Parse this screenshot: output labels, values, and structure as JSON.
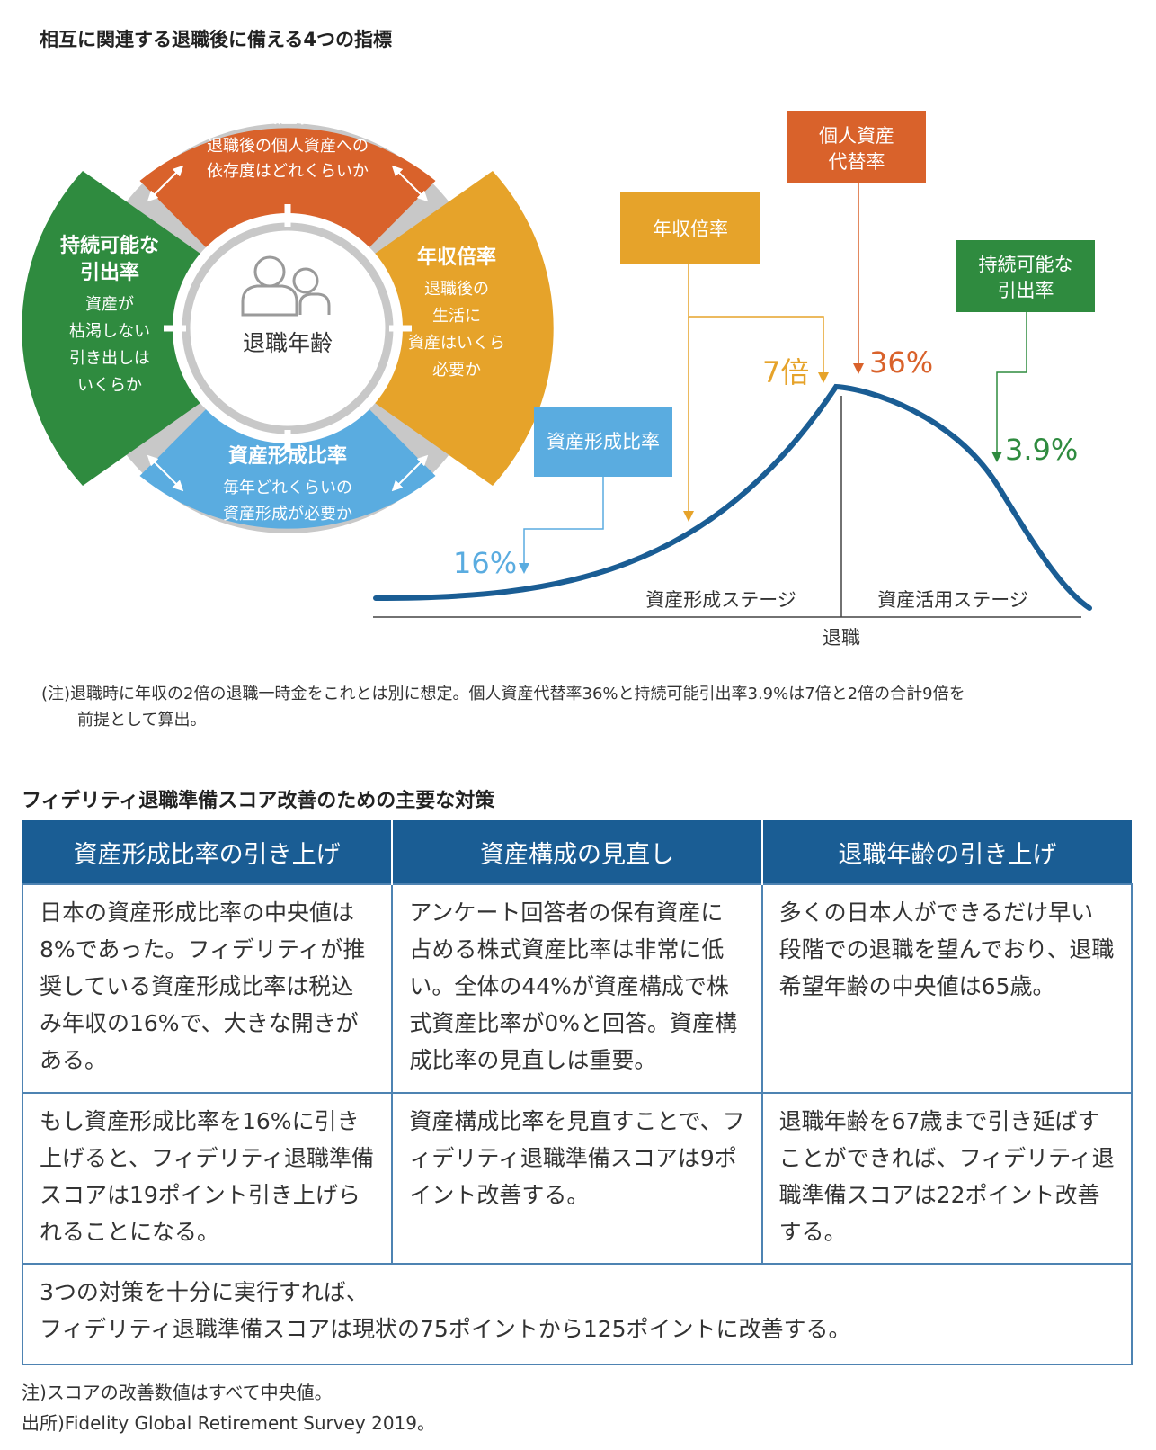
{
  "top_title": "相互に関連する退職後に備える4つの指標",
  "wheel": {
    "center_label": "退職年齢",
    "segments": {
      "top": {
        "title": "個人資産代替率",
        "desc1": "退職後の個人資産への",
        "desc2": "依存度はどれくらいか",
        "color": "#d9622b"
      },
      "right": {
        "title": "年収倍率",
        "desc1": "退職後の",
        "desc2": "生活に",
        "desc3": "資産はいくら",
        "desc4": "必要か",
        "color": "#e6a32a"
      },
      "bottom": {
        "title": "資産形成比率",
        "desc1": "毎年どれくらいの",
        "desc2": "資産形成が必要か",
        "color": "#5aace0"
      },
      "left": {
        "title1": "持続可能な",
        "title2": "引出率",
        "desc1": "資産が",
        "desc2": "枯渇しない",
        "desc3": "引き出しは",
        "desc4": "いくらか",
        "color": "#2f8b3f"
      }
    },
    "connector_color": "#c8c8c8"
  },
  "curve": {
    "boxes": {
      "replacement": {
        "line1": "個人資産",
        "line2": "代替率",
        "color": "#d9622b"
      },
      "income_multiple": {
        "label": "年収倍率",
        "color": "#e6a32a"
      },
      "withdrawal": {
        "line1": "持続可能な",
        "line2": "引出率",
        "color": "#2f8b3f"
      },
      "saving_rate": {
        "label": "資産形成比率",
        "color": "#5aace0"
      }
    },
    "values": {
      "saving_rate": "16%",
      "income_multiple": "7倍",
      "replacement": "36%",
      "withdrawal": "3.9%"
    },
    "stage_accumulation": "資産形成ステージ",
    "stage_decumulation": "資産活用ステージ",
    "retirement_label": "退職",
    "line_color": "#1a5d94"
  },
  "note": {
    "line1": "(注)退職時に年収の2倍の退職一時金をこれとは別に想定。個人資産代替率36%と持続可能引出率3.9%は7倍と2倍の合計9倍を",
    "line2": "前提として算出。"
  },
  "measures_title": "フィデリティ退職準備スコア改善のための主要な対策",
  "table": {
    "headers": [
      "資産形成比率の引き上げ",
      "資産構成の見直し",
      "退職年齢の引き上げ"
    ],
    "row1": [
      "日本の資産形成比率の中央値は8%であった。フィデリティが推奨している資産形成比率は税込み年収の16%で、大きな開きがある。",
      "アンケート回答者の保有資産に占める株式資産比率は非常に低い。全体の44%が資産構成で株式資産比率が0%と回答。資産構成比率の見直しは重要。",
      "多くの日本人ができるだけ早い段階での退職を望んでおり、退職希望年齢の中央値は65歳。"
    ],
    "row2": [
      "もし資産形成比率を16%に引き上げると、フィデリティ退職準備スコアは19ポイント引き上げられることになる。",
      "資産構成比率を見直すことで、フィデリティ退職準備スコアは9ポイント改善する。",
      "退職年齢を67歳まで引き延ばすことができれば、フィデリティ退職準備スコアは22ポイント改善する。"
    ],
    "summary_line1": "3つの対策を十分に実行すれば、",
    "summary_line2": "フィデリティ退職準備スコアは現状の75ポイントから125ポイントに改善する。"
  },
  "footnote1": "注)スコアの改善数値はすべて中央値。",
  "footnote2": "出所)Fidelity Global Retirement Survey 2019。"
}
